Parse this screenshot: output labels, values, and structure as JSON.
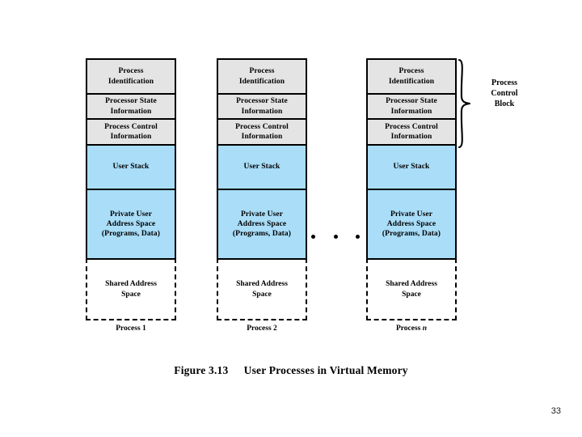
{
  "slide": {
    "background_color": "#ffffff",
    "page_number": "33"
  },
  "figure": {
    "caption_label": "Figure 3.13",
    "caption_title": "User Processes in Virtual Memory"
  },
  "colors": {
    "pcb_block_fill": "#e4e4e4",
    "user_space_fill": "#a9ddf8",
    "shared_space_fill": "#ffffff",
    "outline": "#000000"
  },
  "annotation": {
    "brace_icon": "right-curly-brace",
    "pcb_label_lines": [
      "Process",
      "Control",
      "Block"
    ]
  },
  "separator": {
    "ellipsis_dots": [
      "dot",
      "dot",
      "dot"
    ]
  },
  "memory_segments": [
    {
      "key": "identification",
      "lines": [
        "Process",
        "Identification"
      ],
      "fill": "pcb"
    },
    {
      "key": "processor_state",
      "lines": [
        "Processor State",
        "Information"
      ],
      "fill": "pcb"
    },
    {
      "key": "process_control",
      "lines": [
        "Process Control",
        "Information"
      ],
      "fill": "pcb"
    },
    {
      "key": "user_stack",
      "lines": [
        "User Stack"
      ],
      "fill": "user"
    },
    {
      "key": "private_user_space",
      "lines": [
        "Private User",
        "Address Space",
        "(Programs, Data)"
      ],
      "fill": "user"
    },
    {
      "key": "shared_space",
      "lines": [
        "Shared Address",
        "Space"
      ],
      "fill": "shared"
    }
  ],
  "processes": [
    {
      "id": "process-1",
      "label_prefix": "Process",
      "label_index": "1",
      "segments": {
        "identification_l1": "Process",
        "identification_l2": "Identification",
        "processor_state_l1": "Processor State",
        "processor_state_l2": "Information",
        "process_control_l1": "Process Control",
        "process_control_l2": "Information",
        "user_stack_l1": "User Stack",
        "private_l1": "Private User",
        "private_l2": "Address Space",
        "private_l3": "(Programs, Data)",
        "shared_l1": "Shared Address",
        "shared_l2": "Space"
      }
    },
    {
      "id": "process-2",
      "label_prefix": "Process",
      "label_index": "2",
      "segments": {
        "identification_l1": "Process",
        "identification_l2": "Identification",
        "processor_state_l1": "Processor State",
        "processor_state_l2": "Information",
        "process_control_l1": "Process Control",
        "process_control_l2": "Information",
        "user_stack_l1": "User Stack",
        "private_l1": "Private User",
        "private_l2": "Address Space",
        "private_l3": "(Programs, Data)",
        "shared_l1": "Shared Address",
        "shared_l2": "Space"
      }
    },
    {
      "id": "process-n",
      "label_prefix": "Process",
      "label_index": "n",
      "segments": {
        "identification_l1": "Process",
        "identification_l2": "Identification",
        "processor_state_l1": "Processor State",
        "processor_state_l2": "Information",
        "process_control_l1": "Process Control",
        "process_control_l2": "Information",
        "user_stack_l1": "User Stack",
        "private_l1": "Private User",
        "private_l2": "Address Space",
        "private_l3": "(Programs, Data)",
        "shared_l1": "Shared Address",
        "shared_l2": "Space"
      }
    }
  ]
}
